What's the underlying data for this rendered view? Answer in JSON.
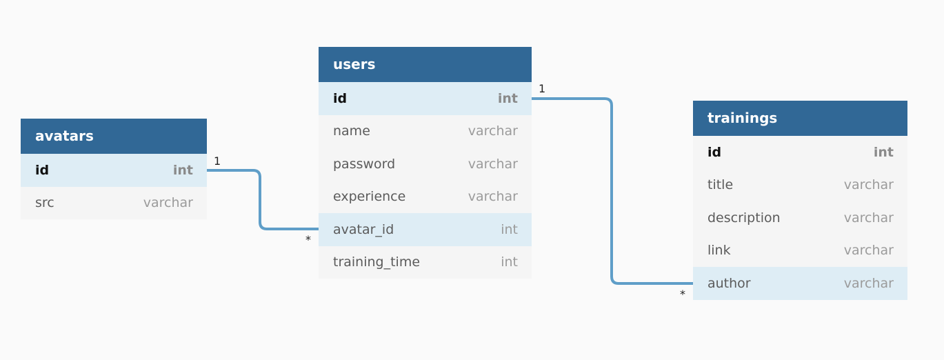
{
  "tables": {
    "avatars": {
      "name": "avatars",
      "columns": [
        {
          "name": "id",
          "type": "int",
          "pk": true,
          "highlight": true
        },
        {
          "name": "src",
          "type": "varchar",
          "pk": false,
          "highlight": false
        }
      ]
    },
    "users": {
      "name": "users",
      "columns": [
        {
          "name": "id",
          "type": "int",
          "pk": true,
          "highlight": true
        },
        {
          "name": "name",
          "type": "varchar",
          "pk": false,
          "highlight": false
        },
        {
          "name": "password",
          "type": "varchar",
          "pk": false,
          "highlight": false
        },
        {
          "name": "experience",
          "type": "varchar",
          "pk": false,
          "highlight": false
        },
        {
          "name": "avatar_id",
          "type": "int",
          "pk": false,
          "highlight": true
        },
        {
          "name": "training_time",
          "type": "int",
          "pk": false,
          "highlight": false
        }
      ]
    },
    "trainings": {
      "name": "trainings",
      "columns": [
        {
          "name": "id",
          "type": "int",
          "pk": true,
          "highlight": false
        },
        {
          "name": "title",
          "type": "varchar",
          "pk": false,
          "highlight": false
        },
        {
          "name": "description",
          "type": "varchar",
          "pk": false,
          "highlight": false
        },
        {
          "name": "link",
          "type": "varchar",
          "pk": false,
          "highlight": false
        },
        {
          "name": "author",
          "type": "varchar",
          "pk": false,
          "highlight": true
        }
      ]
    }
  },
  "relations": [
    {
      "from": "avatars.id",
      "to": "users.avatar_id",
      "from_card": "1",
      "to_card": "*"
    },
    {
      "from": "users.id",
      "to": "trainings.author",
      "from_card": "1",
      "to_card": "*"
    }
  ],
  "colors": {
    "header": "#316896",
    "line": "#5f9ec8",
    "row": "#f5f5f5",
    "row_highlight": "#deedf5",
    "background": "#fafafa"
  }
}
